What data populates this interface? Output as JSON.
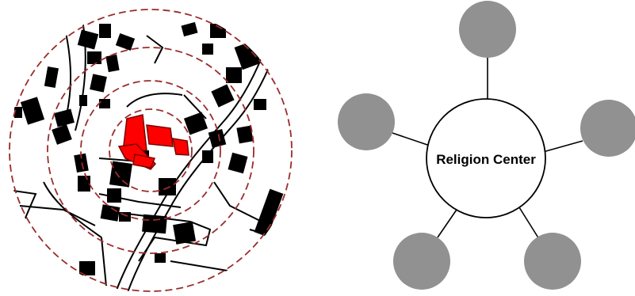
{
  "left_panel": {
    "map_name": "village-site-plan",
    "ring_count": 4,
    "ring_style": "dashed",
    "colors": {
      "ring": "#9b2c2c",
      "building": "#000000",
      "religious_building": "#ff0000",
      "road": "#000000"
    }
  },
  "right_panel": {
    "center_label": "Religion Center",
    "satellite_count": 5,
    "colors": {
      "center_fill": "#ffffff",
      "center_stroke": "#000000",
      "satellite_fill": "#919191",
      "connector": "#000000"
    }
  }
}
